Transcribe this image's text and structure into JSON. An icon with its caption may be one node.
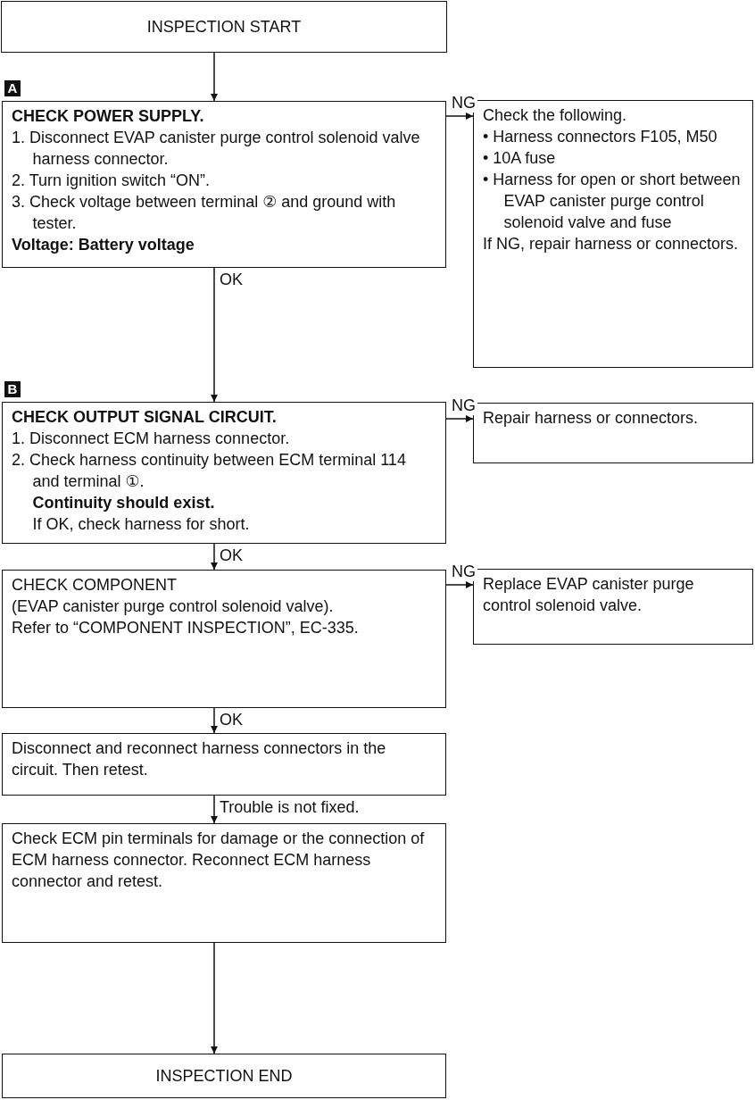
{
  "diagram": {
    "nodes": [
      {
        "text": [
          "INSPECTION START"
        ]
      },
      {
        "text": [
          "CHECK POWER SUPPLY.",
          "1. Disconnect EVAP canister purge control solenoid valve harness connector.",
          "2. Turn ignition switch “ON”.",
          "3. Check voltage between terminal ② and ground with tester.",
          "Voltage: Battery voltage"
        ],
        "beside": [
          "A"
        ]
      },
      {
        "text": [
          "Check the following.",
          "• Harness connectors F105, M50",
          "• 10A fuse",
          "• Harness for open or short between EVAP canister purge control solenoid valve and fuse",
          "If NG, repair harness or connectors."
        ]
      },
      {
        "text": [
          "CHECK OUTPUT SIGNAL CIRCUIT.",
          "1. Disconnect ECM harness connector.",
          "2. Check harness continuity between ECM terminal 114 and terminal ①.",
          "Continuity should exist.",
          "If OK, check harness for short."
        ],
        "beside": [
          "B"
        ]
      },
      {
        "text": [
          "Repair harness or connectors."
        ]
      },
      {
        "text": [
          "CHECK COMPONENT",
          "(EVAP canister purge control solenoid valve).",
          "Refer to “COMPONENT INSPECTION”, EC-335."
        ]
      },
      {
        "text": [
          "Replace EVAP canister purge control solenoid valve."
        ]
      },
      {
        "text": [
          "Disconnect and reconnect harness connectors in the circuit. Then retest."
        ]
      },
      {
        "text": [
          "Check ECM pin terminals for damage or the connection of ECM harness connector. Reconnect ECM harness connector and retest."
        ]
      },
      {
        "text": [
          "INSPECTION END"
        ]
      }
    ],
    "edges": [
      {
        "from": 0,
        "to": 1,
        "arrow": "to"
      },
      {
        "from": 1,
        "to": 2,
        "arrow": "to",
        "label": "NG"
      },
      {
        "from": 1,
        "to": 3,
        "arrow": "to",
        "label": "OK"
      },
      {
        "from": 3,
        "to": 4,
        "arrow": "to",
        "label": "NG"
      },
      {
        "from": 3,
        "to": 5,
        "arrow": "to",
        "label": "OK"
      },
      {
        "from": 5,
        "to": 6,
        "arrow": "to",
        "label": "NG"
      },
      {
        "from": 5,
        "to": 7,
        "arrow": "to",
        "label": "OK"
      },
      {
        "from": 7,
        "to": 8,
        "arrow": "to",
        "label": "Trouble is not fixed."
      },
      {
        "from": 8,
        "to": 9,
        "arrow": "to"
      }
    ]
  }
}
